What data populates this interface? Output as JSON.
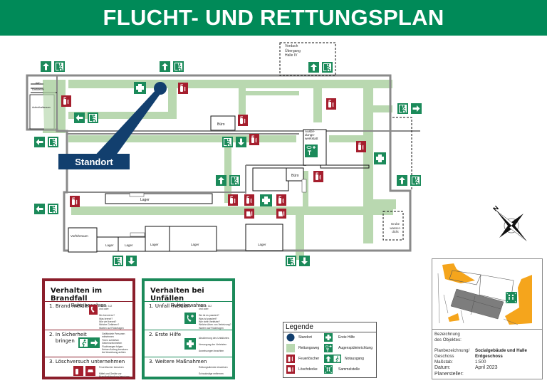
{
  "title": "FLUCHT- UND RETTUNGSPLAN",
  "colors": {
    "safety_green": "#008a58",
    "fire_red": "#a51e2d",
    "route_green": "#b9d8b0",
    "location_blue": "#123f6e",
    "wall_gray": "#9a9a9a",
    "site_orange": "#f5a51c",
    "building_gray": "#7d7d7d"
  },
  "plan": {
    "location_label": "Standort",
    "rooms": {
      "wc": "WC",
      "umkleide": "Umkleide",
      "aufenthaltsraum": "Aufenthaltsraum",
      "buero_1": "Büro",
      "buero_2": "Büro",
      "ausbildungswerkstatt": "Ausbil-\ndungs-\nwerkstatt",
      "vordach": "Vordach\nÜbergang\nHalle IV",
      "lager_top": "Lager",
      "vorfuehrraum": "Vorführraum",
      "lager_1": "Lager",
      "lager_2": "Lager",
      "lager_3": "Lager",
      "lager_4": "Lager",
      "lager_5": "Lager",
      "grube": "Grube\nwasser-\ndicht"
    },
    "compass_label": "N"
  },
  "fire_card": {
    "title": "Verhalten im Brandfall",
    "subtitle": "Ruhe bewahren",
    "steps": [
      {
        "label": "1. Brand melden",
        "detail": "Telefon: 112\nund oder:\n\nWo brennt es?\nWas brennt?\nWie viel brennt?\nWelche Gefahren?\nWarten auf Rückfragen"
      },
      {
        "label": "2. In Sicherheit\n    bringen",
        "detail": "Gefährdete Personen\nmitnehmen\nTüren schließen\nGekennzeichneten\nFluchtwegen folgen\nKeinen Aufzug benutzen\nAuf Anweisung achten"
      },
      {
        "label": "3. Löschversuch unternehmen",
        "detail": "Feuerlöscher benutzen\n\nMittel und Geräte zur\nBrandbekämpfung benutzen"
      }
    ]
  },
  "accident_card": {
    "title": "Verhalten bei Unfällen",
    "subtitle": "Ruhe bewahren",
    "steps": [
      {
        "label": "1. Unfall melden",
        "detail": "Telefon: 112\nund oder:\n\nWo ist es passiert?\nWas ist passiert?\nWie viele Verletzte?\nWelche Arten von Verletzung?\nWarten auf Rückfragen"
      },
      {
        "label": "2. Erste Hilfe",
        "detail": "Absicherung des Unfallortes\n\nVersorgung der Verletzten\n\nAnweisungen beachten"
      },
      {
        "label": "3. Weitere Maßnahmen",
        "detail": "Rettungsdienste einweisen\n\nSchaulustige entfernen"
      }
    ]
  },
  "legend": {
    "title": "Legende",
    "items": [
      {
        "label": "Standort",
        "icon": "location-dot-icon"
      },
      {
        "label": "Rettungsweg",
        "icon": "escape-route-swatch"
      },
      {
        "label": "Feuerlöscher",
        "icon": "fire-extinguisher-icon"
      },
      {
        "label": "Löschdecke",
        "icon": "fire-blanket-icon"
      },
      {
        "label": "Erste Hilfe",
        "icon": "first-aid-icon"
      },
      {
        "label": "Augenspüleinrichtung",
        "icon": "eyewash-icon"
      },
      {
        "label": "Notausgang",
        "icon": "emergency-exit-icon"
      },
      {
        "label": "Sammelstelle",
        "icon": "assembly-point-icon"
      }
    ]
  },
  "info": {
    "object_label": "Bezeichnung\ndes Objektes:",
    "object_value": "",
    "plan_label": "Planbezeichnung/\nGeschoss",
    "plan_value": "Sozialgebäude und Halle\nErdgeschoss",
    "scale_label": "Maßstab:",
    "scale_value": "1:500",
    "date_label": "Datum:",
    "date_value": "April 2023",
    "author_label": "Planersteller:",
    "author_value": ""
  }
}
